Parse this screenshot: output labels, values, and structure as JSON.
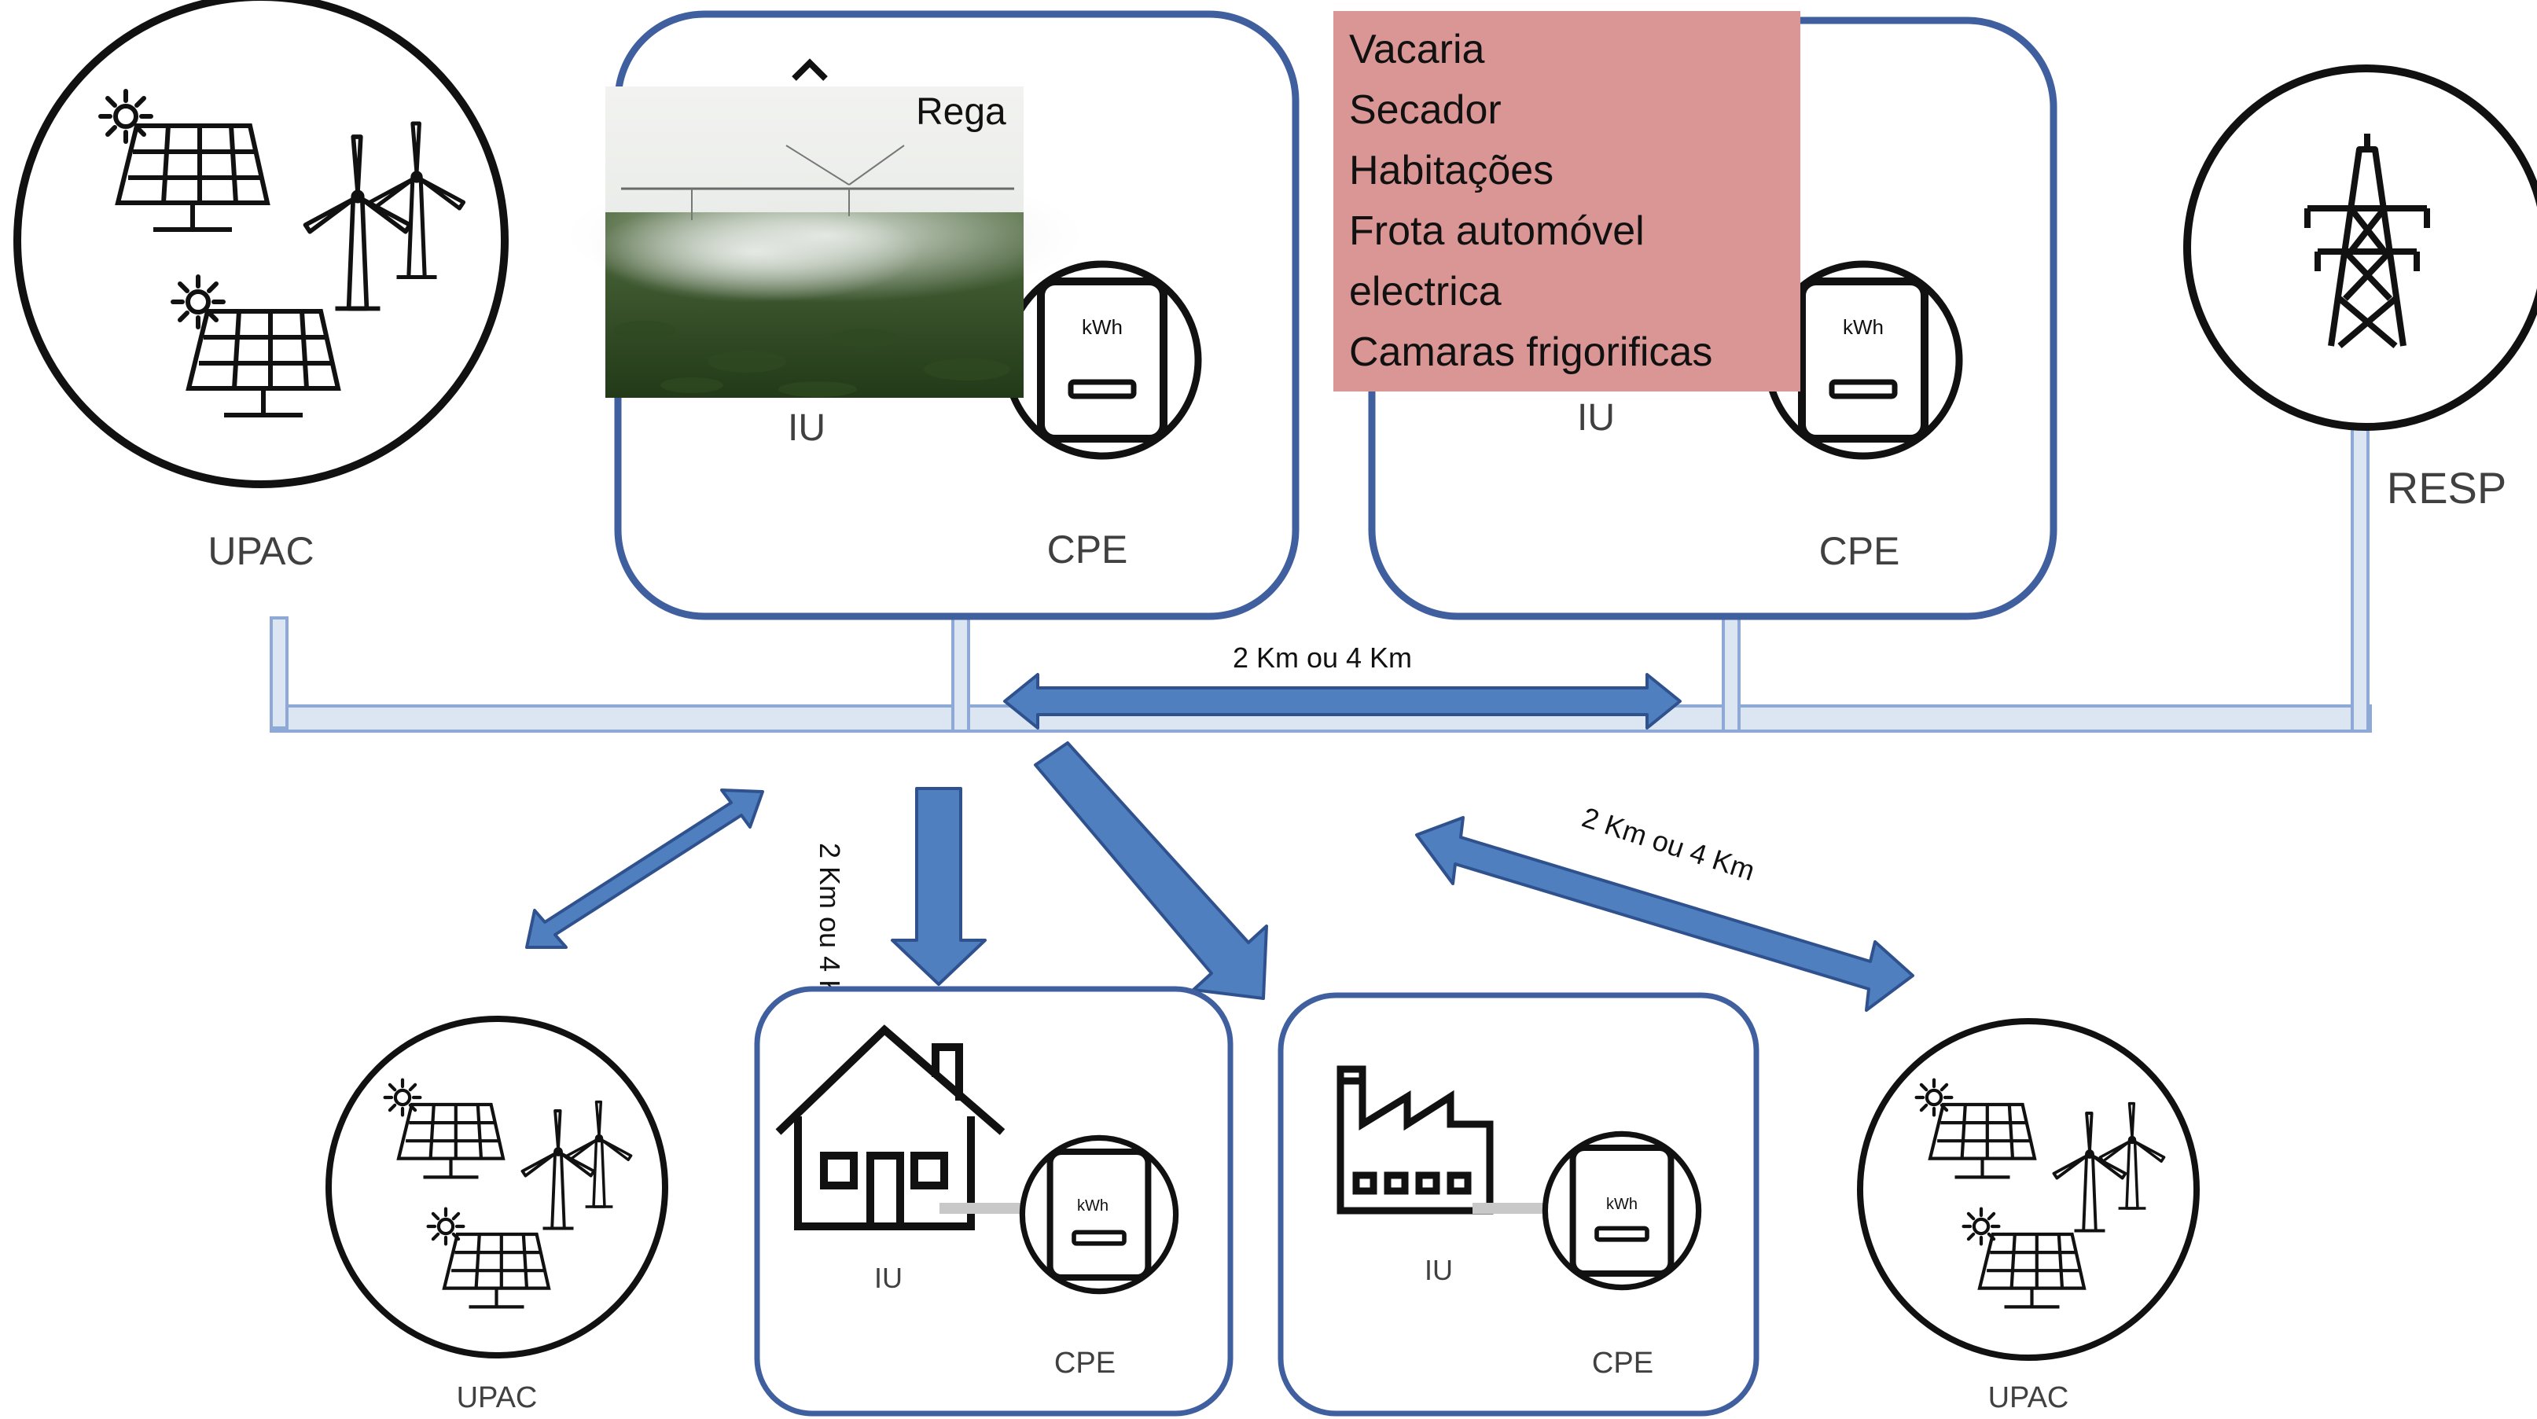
{
  "upac_label": "UPAC",
  "resp_label": "RESP",
  "iu_label": "IU",
  "cpe_label": "CPE",
  "meter_label": "kWh",
  "distance_label": "2 Km ou 4 Km",
  "rega_label": "Rega",
  "consumers_list": [
    "Vacaria",
    "Secador",
    "Habitações",
    "Frota automóvel",
    "electrica",
    "Camaras frigorificas"
  ],
  "colors": {
    "box_border": "#3f5f9f",
    "arrow_fill": "#4f7fbe",
    "line_fill": "#dce6f2",
    "line_border": "#8fa9d6",
    "note_fill": "#d99694"
  },
  "icons": [
    "solar-panel-icon",
    "wind-turbine-icon",
    "sun-icon",
    "pylon-icon",
    "meter-icon",
    "house-icon",
    "factory-icon"
  ]
}
